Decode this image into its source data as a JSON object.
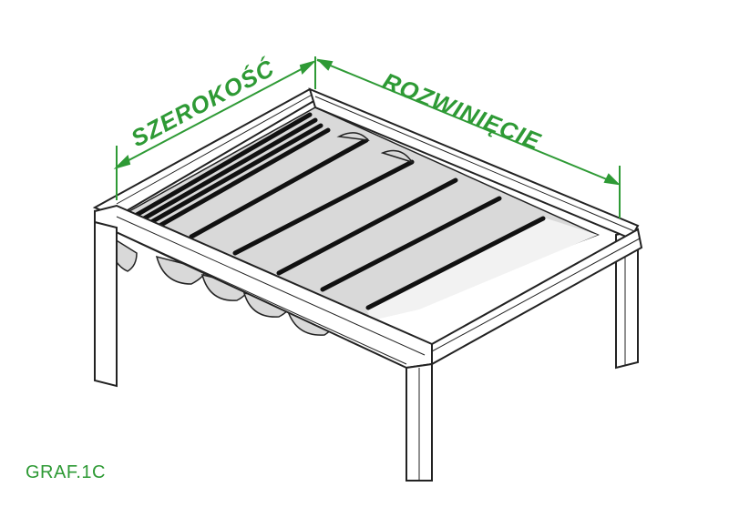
{
  "labels": {
    "width": "SZEROKOŚĆ",
    "extension": "ROZWINIĘCIE"
  },
  "caption": "GRAF.1C",
  "colors": {
    "accent_green": "#2e9a35",
    "outline": "#222222",
    "fabric": "#d9d9d9",
    "frame_fill": "#ffffff"
  }
}
